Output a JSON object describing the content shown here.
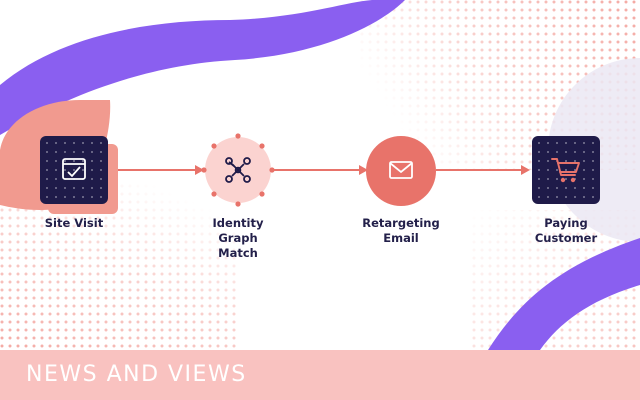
{
  "colors": {
    "purple": "#8a5ff0",
    "coral": "#e8736a",
    "salmon": "#f19a8f",
    "pink_light": "#fbd3d0",
    "navy": "#1f1b49",
    "footer_bg": "#f9c2c0",
    "connector": "#e8736a",
    "label": "#23204a"
  },
  "flow": {
    "steps": [
      {
        "id": "site-visit",
        "label_lines": [
          "Site Visit"
        ],
        "icon": "browser-check-icon"
      },
      {
        "id": "identity-graph",
        "label_lines": [
          "Identity",
          "Graph",
          "Match"
        ],
        "icon": "network-graph-icon"
      },
      {
        "id": "retargeting-email",
        "label_lines": [
          "Retargeting",
          "Email"
        ],
        "icon": "envelope-icon"
      },
      {
        "id": "paying-customer",
        "label_lines": [
          "Paying",
          "Customer"
        ],
        "icon": "shopping-cart-icon"
      }
    ],
    "connector_type": "arrow"
  },
  "footer": {
    "text": "NEWS AND VIEWS"
  }
}
